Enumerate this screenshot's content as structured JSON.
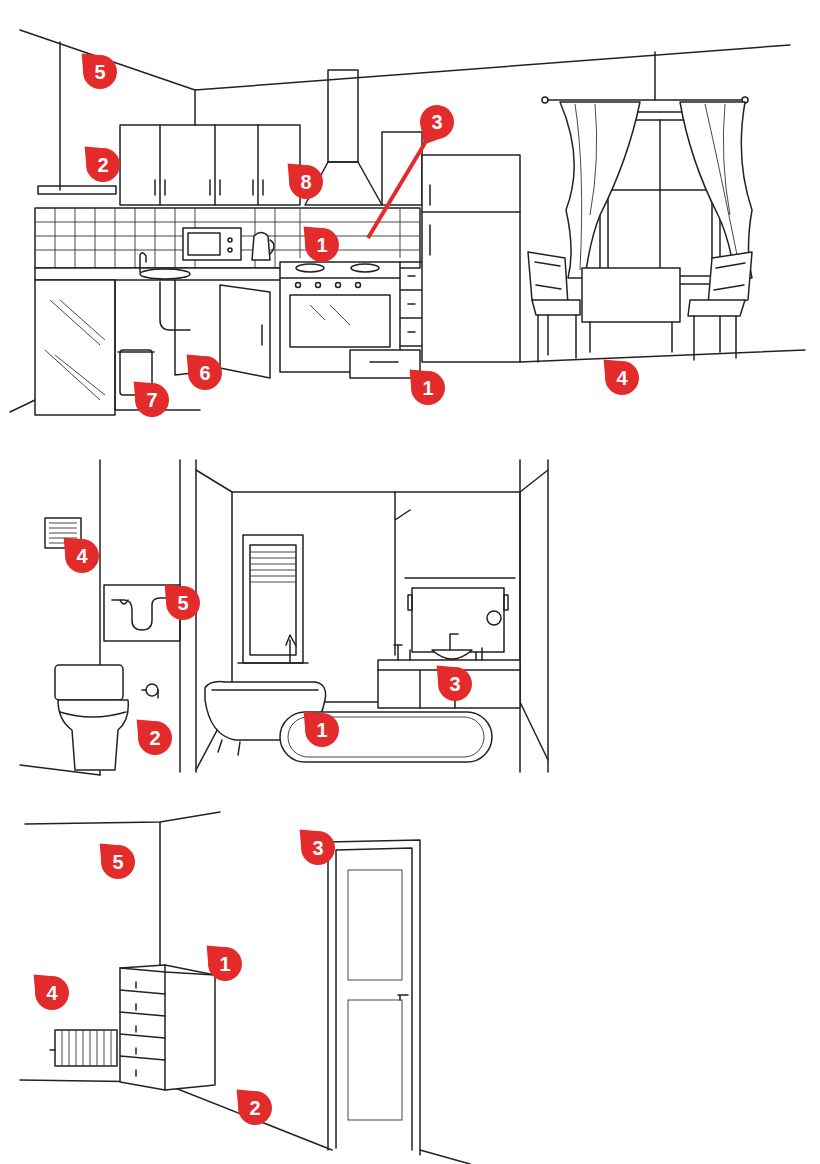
{
  "diagram": {
    "labels": [
      "5",
      "3",
      "2",
      "8",
      "1",
      "6",
      "4",
      "1",
      "7",
      "4",
      "5",
      "3",
      "1",
      "2",
      "3",
      "5",
      "1",
      "4",
      "2"
    ]
  }
}
